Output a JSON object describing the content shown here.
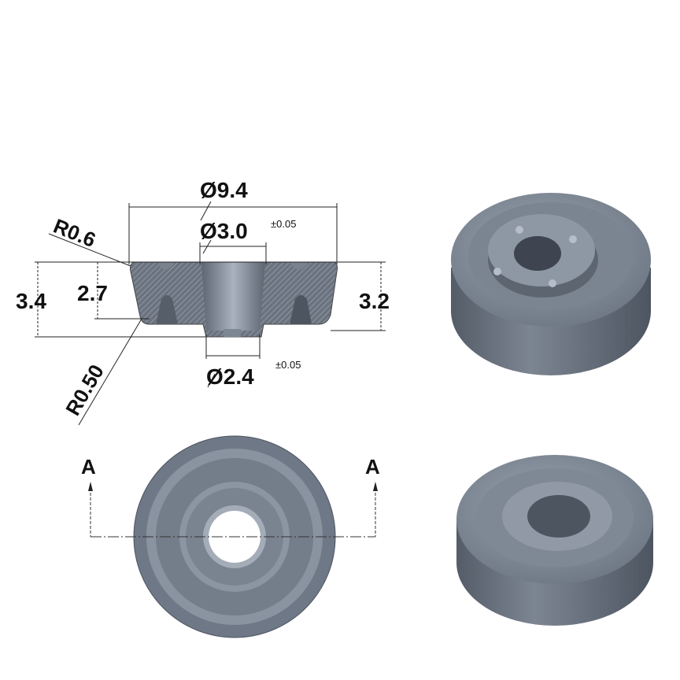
{
  "drawing": {
    "dimensions": {
      "outer_diameter": "Ø9.4",
      "top_hole_diameter": "Ø3.0",
      "top_hole_tolerance": "±0.05",
      "bottom_hole_diameter": "Ø2.4",
      "bottom_hole_tolerance": "±0.05",
      "total_height": "3.4",
      "inner_height": "2.7",
      "side_height": "3.2",
      "top_radius": "R0.6",
      "bottom_radius": "R0.50"
    },
    "section_marks": {
      "left": "A",
      "right": "A"
    },
    "colors": {
      "part": "#6f7886",
      "part_light": "#a4acb8",
      "part_dark": "#4d5561",
      "hatch": "#8a929d"
    }
  }
}
